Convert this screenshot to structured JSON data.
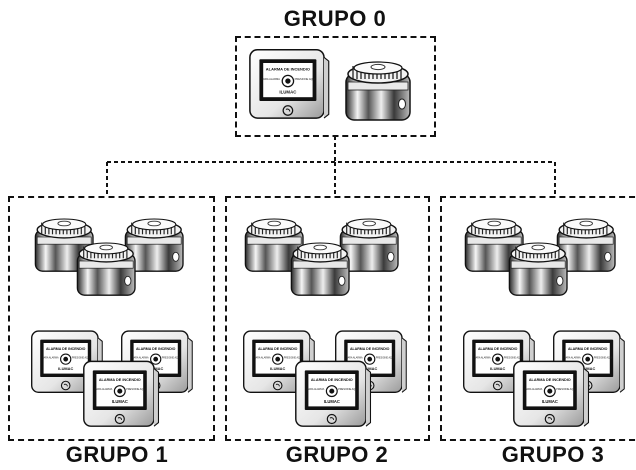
{
  "diagram": {
    "groups": [
      {
        "id": "g0",
        "title": "GRUPO 0"
      },
      {
        "id": "g1",
        "title": "GRUPO 1"
      },
      {
        "id": "g2",
        "title": "GRUPO 2"
      },
      {
        "id": "g3",
        "title": "GRUPO 3"
      }
    ],
    "panel": {
      "screen_title": "ALARMA DE INCENDIO",
      "left_text": "PARA ALARMA",
      "right_text": "PRESIONE AQUI",
      "brand": "ILUMAC"
    },
    "colors": {
      "line": "#111111",
      "background": "#ffffff"
    }
  }
}
